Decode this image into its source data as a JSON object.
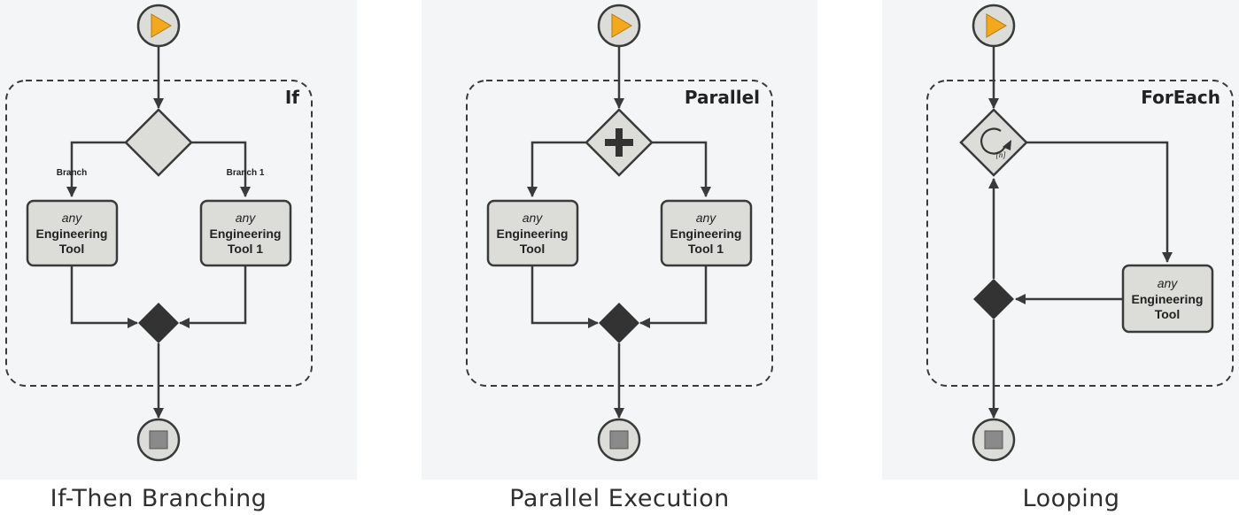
{
  "colors": {
    "panel_bg": "#f4f5f7",
    "stroke": "#3a3a3a",
    "node_fill": "#dcdcd8",
    "start_triangle": "#f4a81d",
    "merge_fill": "#333333"
  },
  "icons": {
    "start": "play-triangle-icon",
    "end": "stop-square-icon",
    "parallel": "plus-icon",
    "loop": "circular-arrow-icon"
  },
  "panels": [
    {
      "group_label": "If",
      "caption": "If-Then Branching",
      "branch_labels": [
        "Branch",
        "Branch 1"
      ],
      "tools": [
        {
          "any": "any",
          "line1": "Engineering",
          "line2": "Tool"
        },
        {
          "any": "any",
          "line1": "Engineering",
          "line2": "Tool 1"
        }
      ]
    },
    {
      "group_label": "Parallel",
      "caption": "Parallel Execution",
      "tools": [
        {
          "any": "any",
          "line1": "Engineering",
          "line2": "Tool"
        },
        {
          "any": "any",
          "line1": "Engineering",
          "line2": "Tool 1"
        }
      ]
    },
    {
      "group_label": "ForEach",
      "caption": "Looping",
      "loop_marker": "[n]",
      "tools": [
        {
          "any": "any",
          "line1": "Engineering",
          "line2": "Tool"
        }
      ]
    }
  ]
}
